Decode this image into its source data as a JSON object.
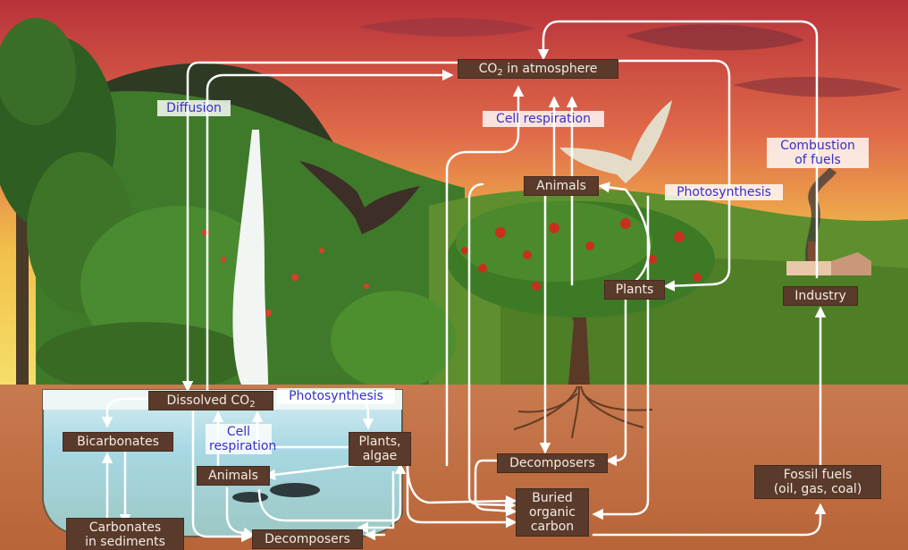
{
  "nodes": {
    "co2_atmosphere": "CO2 in atmosphere",
    "animals_land": "Animals",
    "plants_land": "Plants",
    "industry": "Industry",
    "decomposers_land": "Decomposers",
    "fossil_fuels": "Fossil fuels\n(oil, gas, coal)",
    "buried_carbon": "Buried\norganic\ncarbon",
    "dissolved_co2": "Dissolved CO2",
    "bicarbonates": "Bicarbonates",
    "carbonates": "Carbonates\nin sediments",
    "plants_algae": "Plants,\nalgae",
    "animals_water": "Animals",
    "decomposers_water": "Decomposers"
  },
  "processes": {
    "diffusion": "Diffusion",
    "cell_respiration_land": "Cell respiration",
    "photosynthesis_land": "Photosynthesis",
    "combustion": "Combustion\nof fuels",
    "photosynthesis_water": "Photosynthesis",
    "cell_respiration_water": "Cell\nrespiration"
  },
  "colors": {
    "box_fill": "#5a3a2a",
    "box_text": "#f4ece4",
    "process_text": "#3a2fc4",
    "arrow": "#ffffff"
  }
}
